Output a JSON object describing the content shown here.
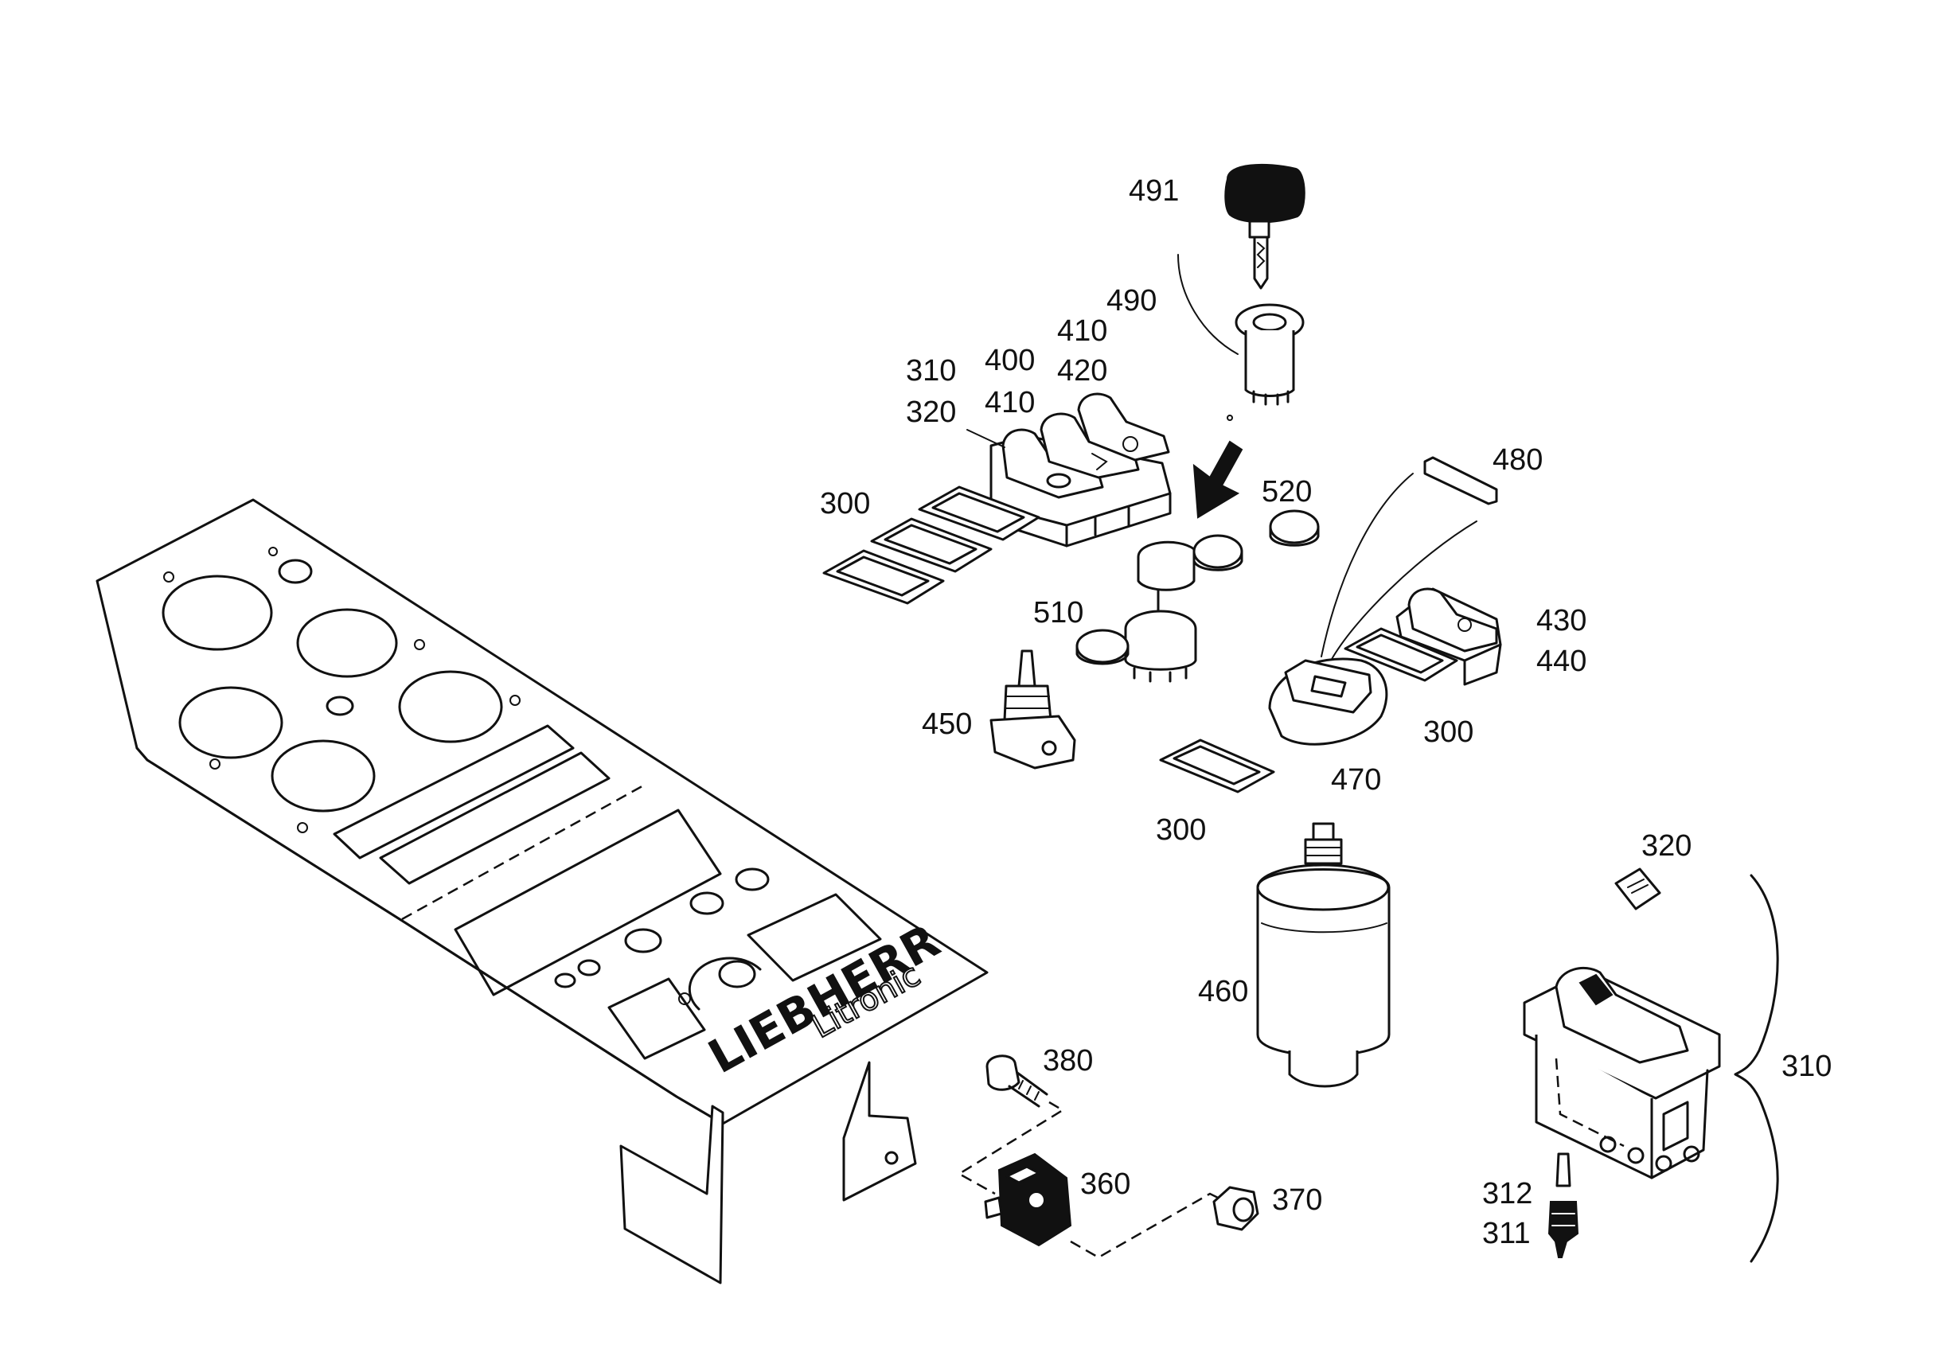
{
  "brand": {
    "name": "LIEBHERR",
    "subname": "Litronic"
  },
  "labels": {
    "l491": "491",
    "l490": "490",
    "l410a": "410",
    "l420": "420",
    "l400": "400",
    "l410b": "410",
    "l310a": "310",
    "l320a": "320",
    "l300a": "300",
    "l520": "520",
    "l480": "480",
    "l510": "510",
    "l430": "430",
    "l440": "440",
    "l450": "450",
    "l300b": "300",
    "l470": "470",
    "l300c": "300",
    "l320b": "320",
    "l460": "460",
    "l310b": "310",
    "l380": "380",
    "l360": "360",
    "l370": "370",
    "l312": "312",
    "l311": "311"
  }
}
